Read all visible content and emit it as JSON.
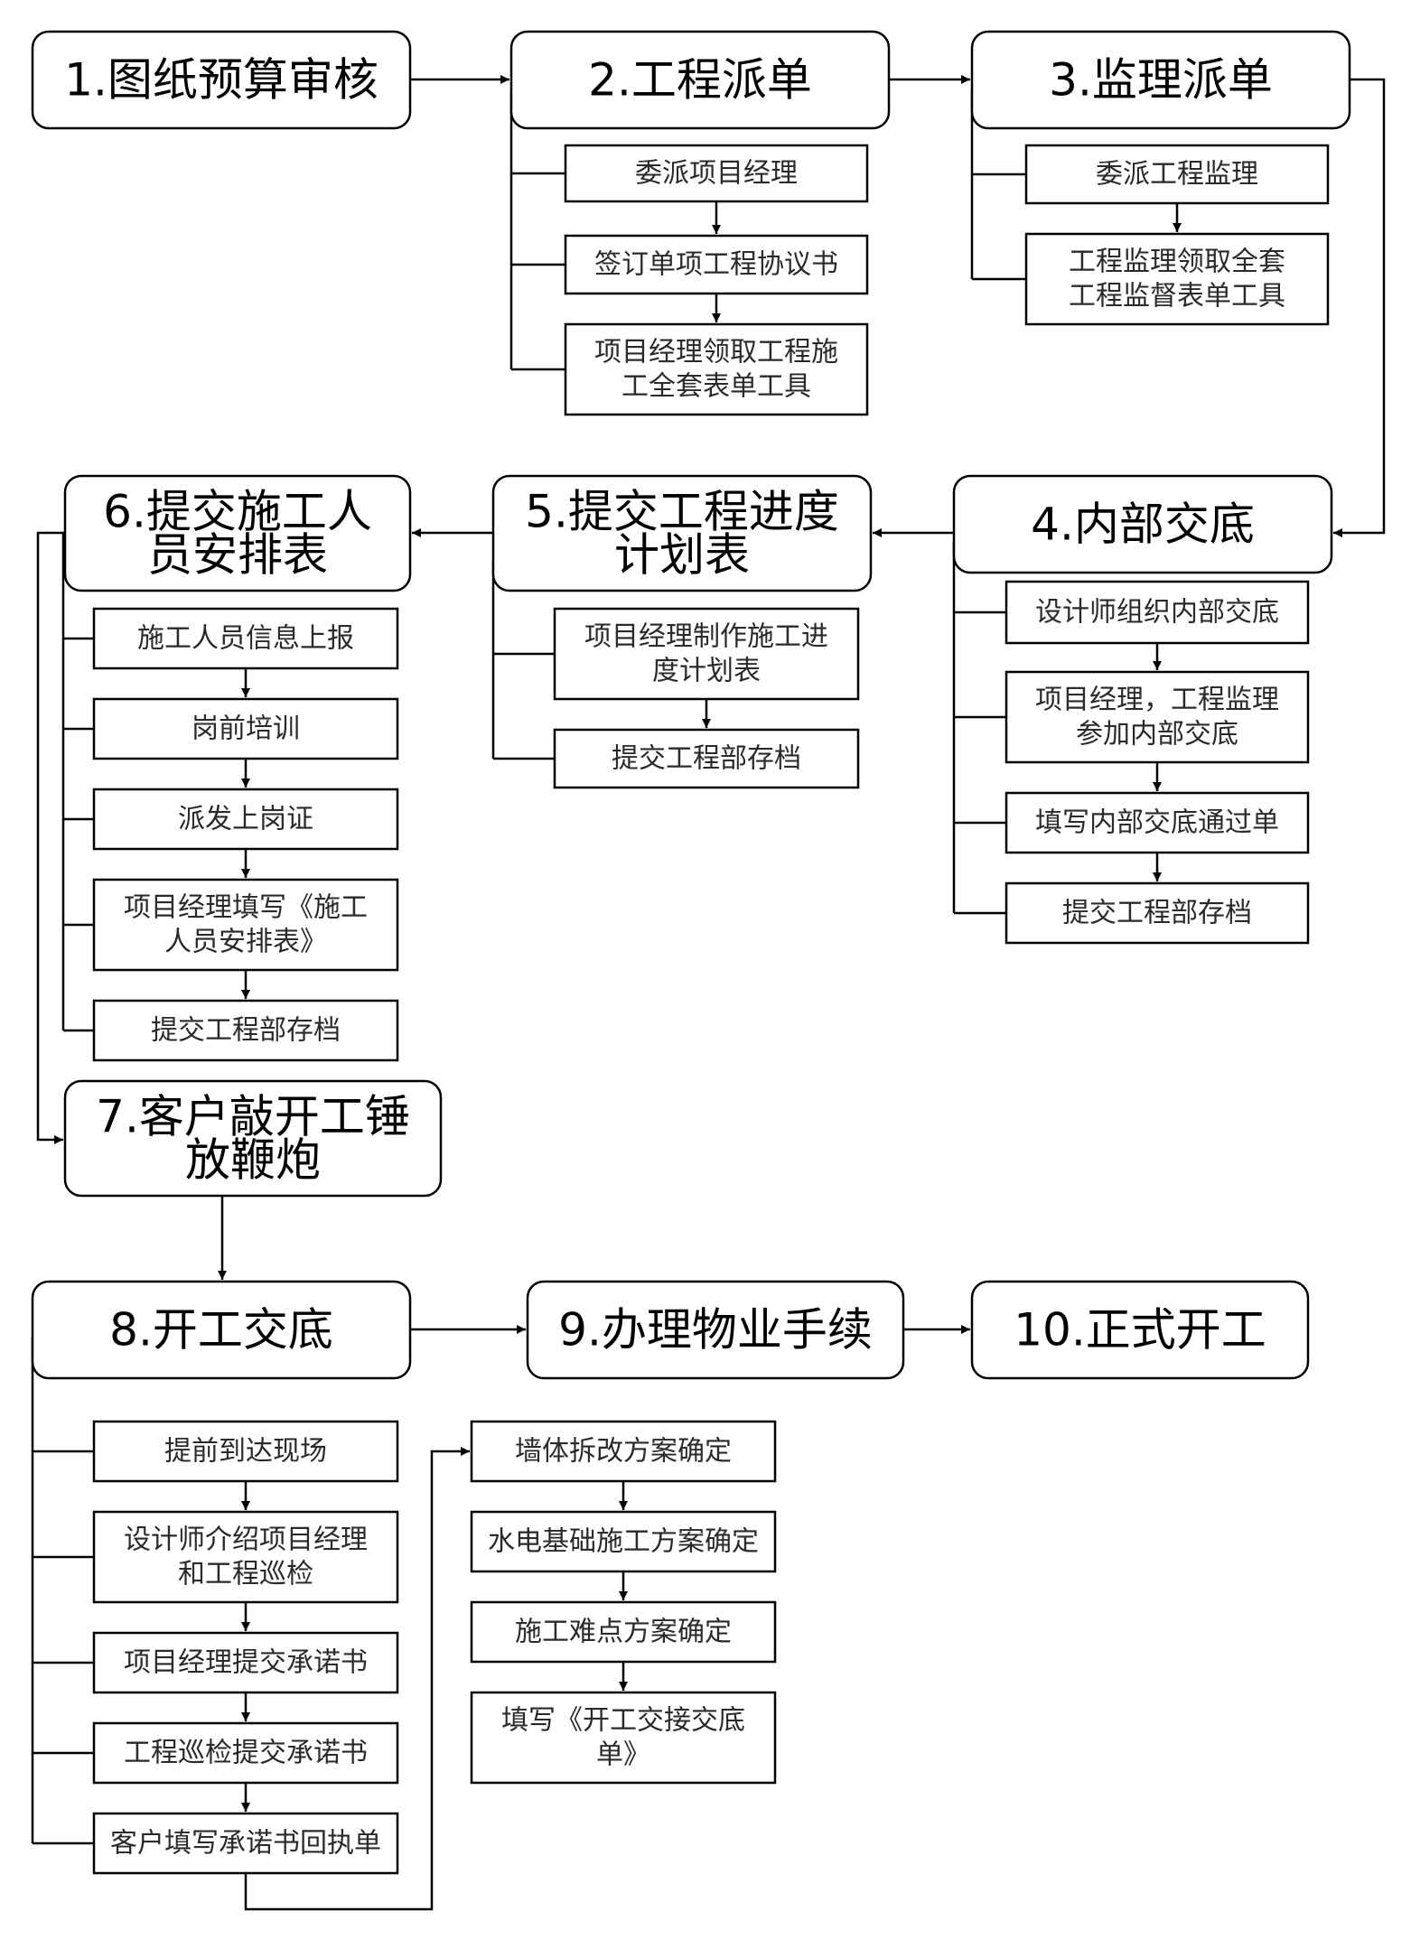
{
  "steps": {
    "s1": "1.图纸预算审核",
    "s2": "2.工程派单",
    "s3": "3.监理派单",
    "s4": "4.内部交底",
    "s5": [
      "5.提交工程进度",
      "计划表"
    ],
    "s6": [
      "6.提交施工人",
      "员安排表"
    ],
    "s7": [
      "7.客户敲开工锤",
      "放鞭炮"
    ],
    "s8": "8.开工交底",
    "s9": "9.办理物业手续",
    "s10": "10.正式开工"
  },
  "substeps": {
    "s2": [
      [
        "委派项目经理"
      ],
      [
        "签订单项工程协议书"
      ],
      [
        "项目经理领取工程施",
        "工全套表单工具"
      ]
    ],
    "s3": [
      [
        "委派工程监理"
      ],
      [
        "工程监理领取全套",
        "工程监督表单工具"
      ]
    ],
    "s4": [
      [
        "设计师组织内部交底"
      ],
      [
        "项目经理，工程监理",
        "参加内部交底"
      ],
      [
        "填写内部交底通过单"
      ],
      [
        "提交工程部存档"
      ]
    ],
    "s5": [
      [
        "项目经理制作施工进",
        "度计划表"
      ],
      [
        "提交工程部存档"
      ]
    ],
    "s6": [
      [
        "施工人员信息上报"
      ],
      [
        "岗前培训"
      ],
      [
        "派发上岗证"
      ],
      [
        "项目经理填写《施工",
        "人员安排表》"
      ],
      [
        "提交工程部存档"
      ]
    ],
    "s8a": [
      [
        "提前到达现场"
      ],
      [
        "设计师介绍项目经理",
        "和工程巡检"
      ],
      [
        "项目经理提交承诺书"
      ],
      [
        "工程巡检提交承诺书"
      ],
      [
        "客户填写承诺书回执单"
      ]
    ],
    "s8b": [
      [
        "墙体拆改方案确定"
      ],
      [
        "水电基础施工方案确定"
      ],
      [
        "施工难点方案确定"
      ],
      [
        "填写《开工交接交底",
        "单》"
      ]
    ]
  }
}
